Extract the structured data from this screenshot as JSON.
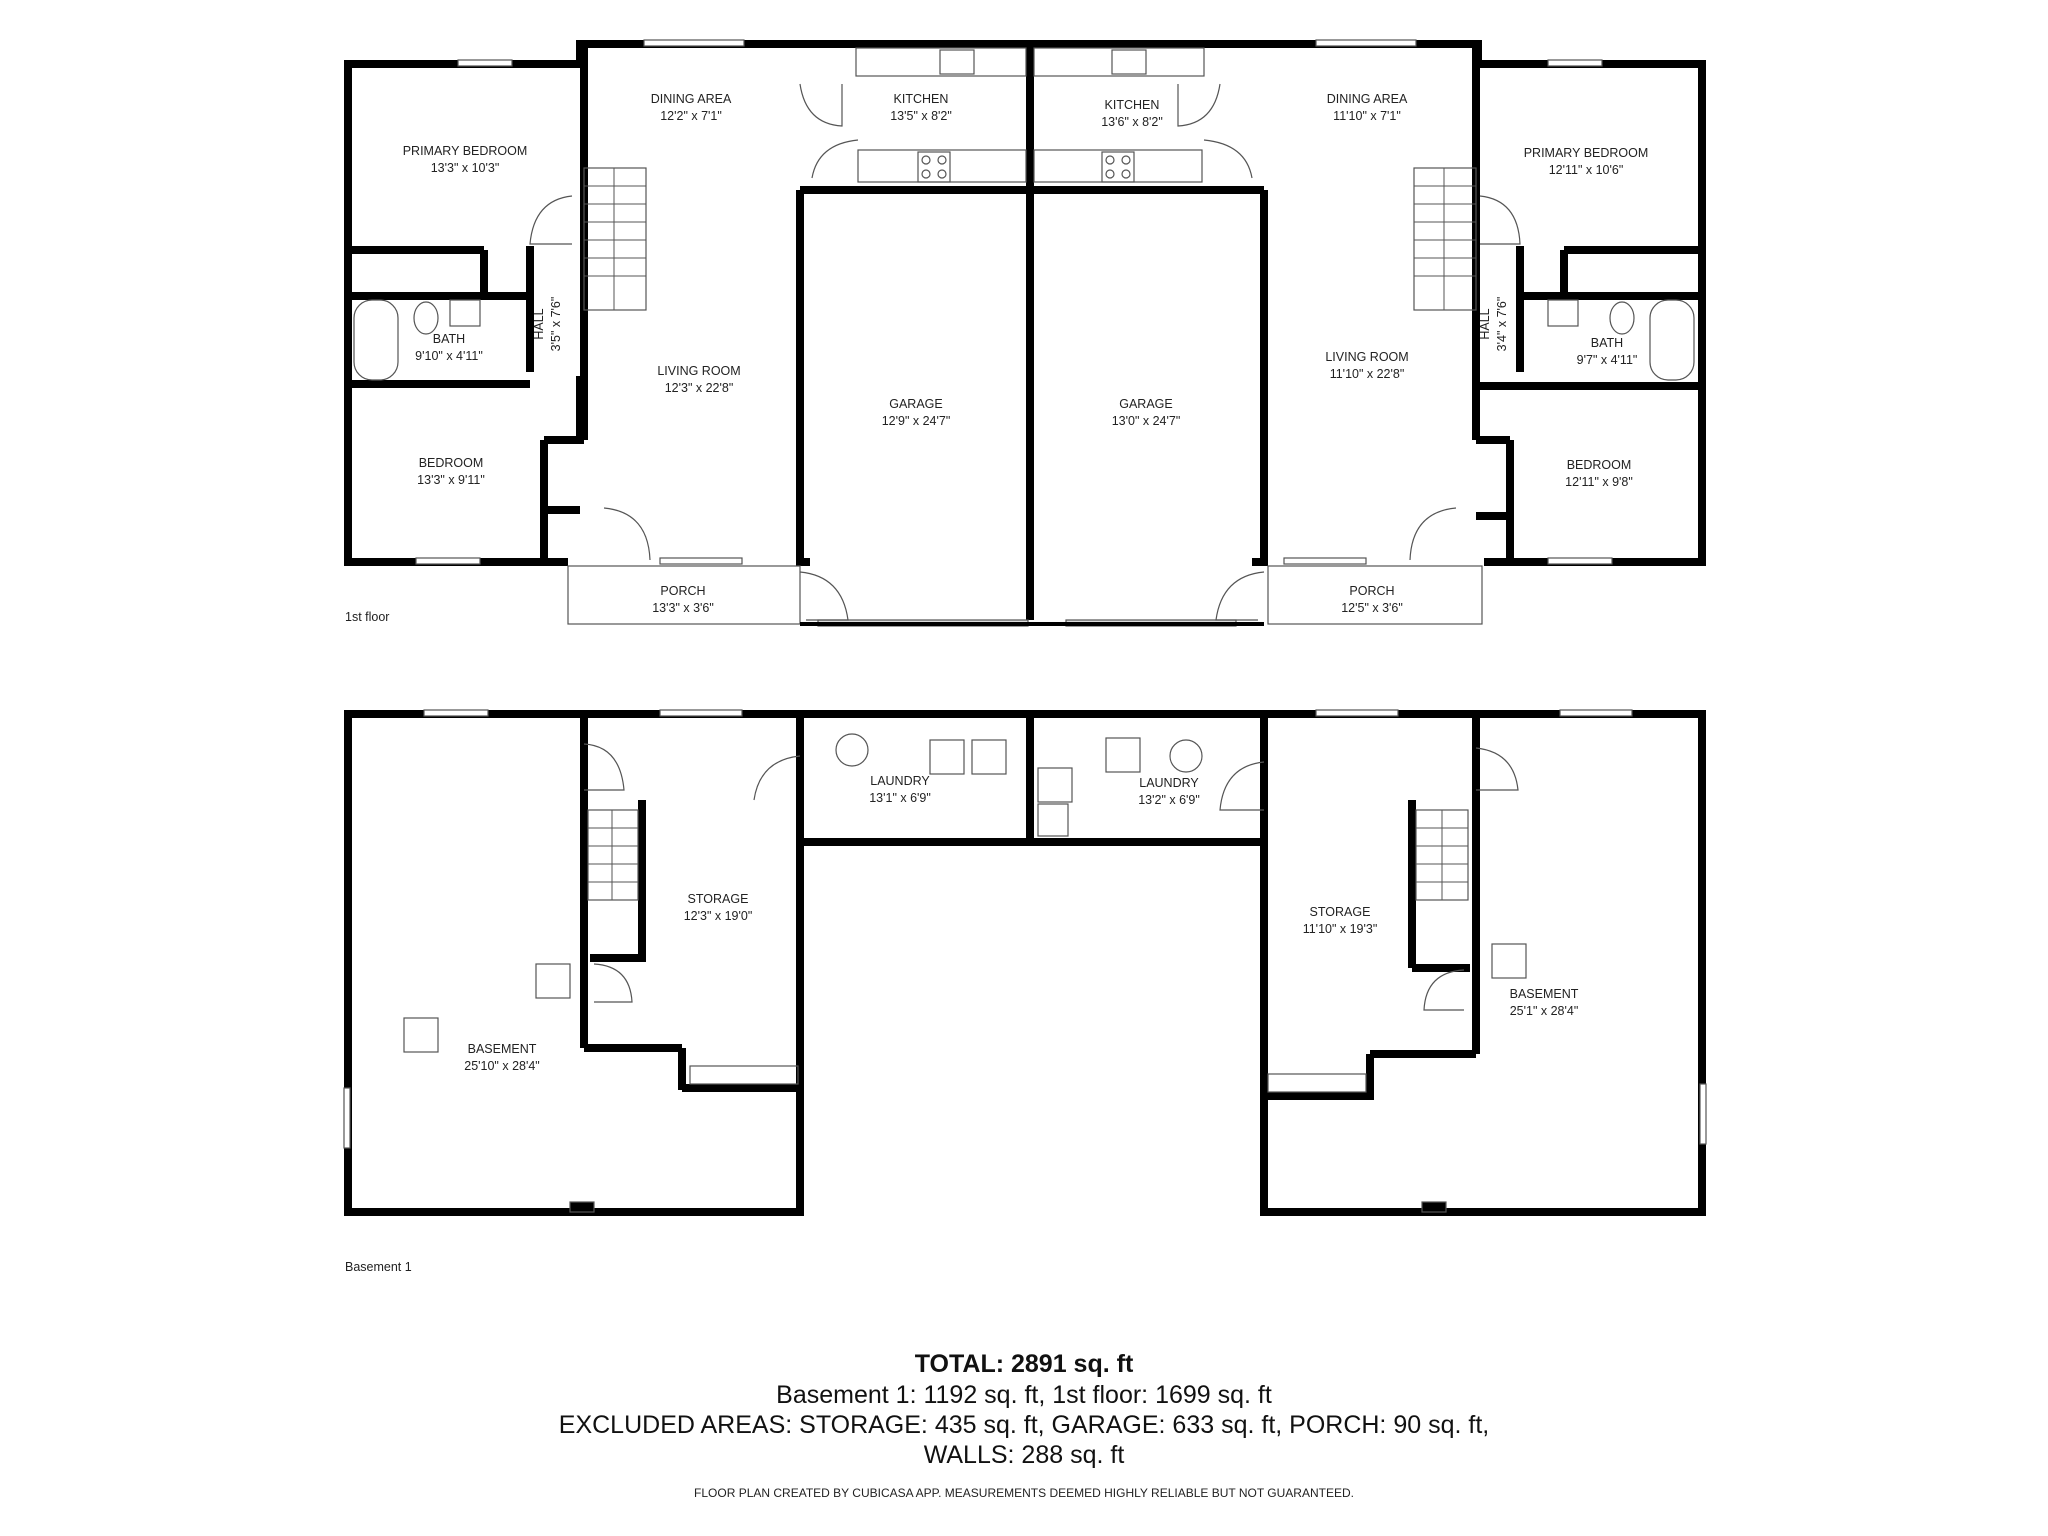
{
  "floors": [
    {
      "label": "1st floor",
      "rooms": [
        {
          "name": "PRIMARY BEDROOM",
          "dims": "13'3\" x 10'3\""
        },
        {
          "name": "DINING AREA",
          "dims": "12'2\" x 7'1\""
        },
        {
          "name": "KITCHEN",
          "dims": "13'5\" x 8'2\""
        },
        {
          "name": "KITCHEN",
          "dims": "13'6\" x 8'2\""
        },
        {
          "name": "DINING AREA",
          "dims": "11'10\" x 7'1\""
        },
        {
          "name": "PRIMARY BEDROOM",
          "dims": "12'11\" x 10'6\""
        },
        {
          "name": "BATH",
          "dims": "9'10\" x 4'11\""
        },
        {
          "name": "HALL",
          "dims": "3'5\" x 7'6\""
        },
        {
          "name": "LIVING ROOM",
          "dims": "12'3\" x 22'8\""
        },
        {
          "name": "GARAGE",
          "dims": "12'9\" x 24'7\""
        },
        {
          "name": "GARAGE",
          "dims": "13'0\" x 24'7\""
        },
        {
          "name": "LIVING ROOM",
          "dims": "11'10\" x 22'8\""
        },
        {
          "name": "HALL",
          "dims": "3'4\" x 7'6\""
        },
        {
          "name": "BATH",
          "dims": "9'7\" x 4'11\""
        },
        {
          "name": "BEDROOM",
          "dims": "13'3\" x 9'11\""
        },
        {
          "name": "BEDROOM",
          "dims": "12'11\" x 9'8\""
        },
        {
          "name": "PORCH",
          "dims": "13'3\" x 3'6\""
        },
        {
          "name": "PORCH",
          "dims": "12'5\" x 3'6\""
        }
      ]
    },
    {
      "label": "Basement 1",
      "rooms": [
        {
          "name": "LAUNDRY",
          "dims": "13'1\" x 6'9\""
        },
        {
          "name": "LAUNDRY",
          "dims": "13'2\" x 6'9\""
        },
        {
          "name": "STORAGE",
          "dims": "12'3\" x 19'0\""
        },
        {
          "name": "STORAGE",
          "dims": "11'10\" x 19'3\""
        },
        {
          "name": "BASEMENT",
          "dims": "25'10\" x 28'4\""
        },
        {
          "name": "BASEMENT",
          "dims": "25'1\" x 28'4\""
        }
      ]
    }
  ],
  "summary": {
    "total": "TOTAL: 2891 sq. ft",
    "breakdown": "Basement 1: 1192 sq. ft, 1st floor: 1699 sq. ft",
    "excluded": "EXCLUDED AREAS: STORAGE: 435 sq. ft, GARAGE: 633 sq. ft, PORCH: 90 sq. ft,",
    "walls": "WALLS: 288 sq. ft"
  },
  "disclaimer": "FLOOR PLAN CREATED BY CUBICASA APP. MEASUREMENTS DEEMED HIGHLY RELIABLE BUT NOT GUARANTEED.",
  "colors": {
    "wall": "#000000",
    "line": "#555555",
    "background": "#ffffff"
  }
}
